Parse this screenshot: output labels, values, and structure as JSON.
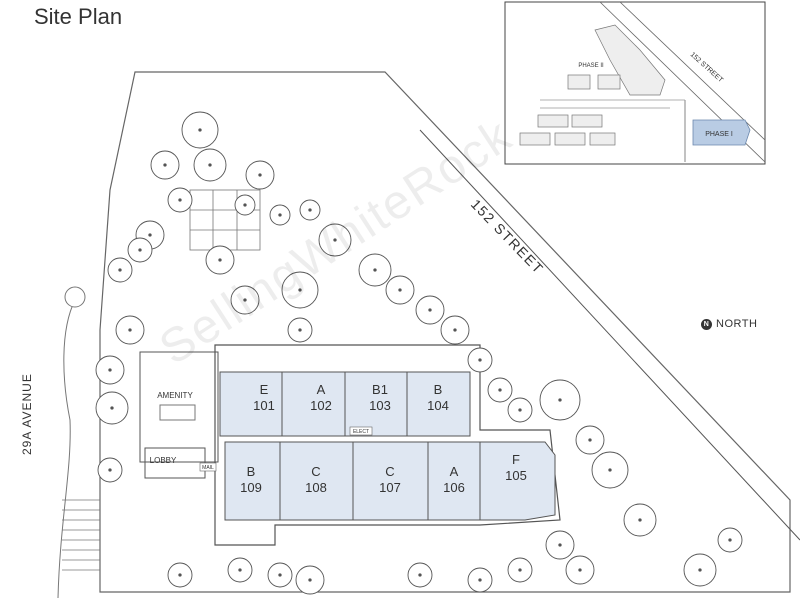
{
  "title": "Site Plan",
  "street_label": "152 STREET",
  "avenue_label": "29A AVENUE",
  "north_label": "NORTH",
  "north_icon": "north-arrow-icon",
  "amenity_label": "AMENITY",
  "lobby_label": "LOBBY",
  "mail_label": "MAIL",
  "elect_label": "ELECT",
  "watermark": "SellingWhiteRock",
  "unit_fill": "#dfe7f2",
  "inset": {
    "street_label": "152 STREET",
    "phase1_label": "PHASE I",
    "phase2_label": "PHASE II",
    "phase1_fill": "#b9cce4"
  },
  "units_north": [
    {
      "letter": "E",
      "number": "101"
    },
    {
      "letter": "A",
      "number": "102"
    },
    {
      "letter": "B1",
      "number": "103"
    },
    {
      "letter": "B",
      "number": "104"
    }
  ],
  "units_south": [
    {
      "letter": "B",
      "number": "109"
    },
    {
      "letter": "C",
      "number": "108"
    },
    {
      "letter": "C",
      "number": "107"
    },
    {
      "letter": "A",
      "number": "106"
    },
    {
      "letter": "F",
      "number": "105"
    }
  ]
}
